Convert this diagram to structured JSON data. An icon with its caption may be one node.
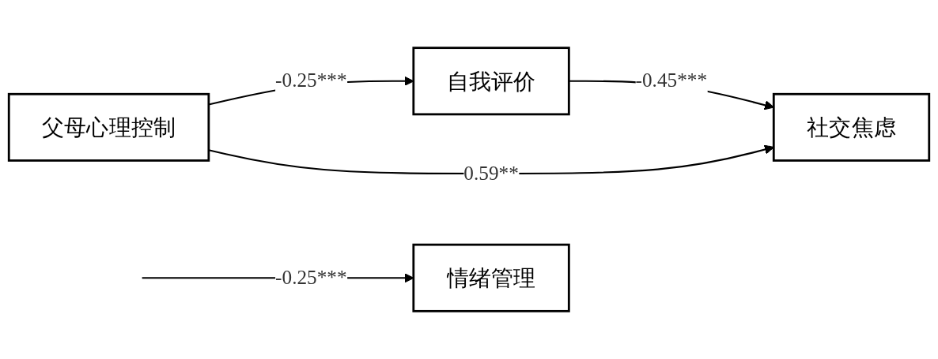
{
  "diagram": {
    "nodes": [
      {
        "text": [
          "自我评价"
        ]
      },
      {
        "text": [
          "情绪管理"
        ]
      },
      {
        "text": [
          "父母心理控制"
        ]
      },
      {
        "text": [
          "社交焦虑"
        ]
      }
    ],
    "edges": [
      {
        "from": 2,
        "to": 0,
        "arrow": "to",
        "label": "-0.25***"
      },
      {
        "from": 0,
        "to": 3,
        "arrow": "to",
        "label": "-0.45***"
      },
      {
        "from": 2,
        "to": 3,
        "arrow": "to",
        "label": "0.59**"
      },
      {
        "from": null,
        "to": 1,
        "arrow": "to",
        "label": "-0.25***"
      }
    ]
  }
}
